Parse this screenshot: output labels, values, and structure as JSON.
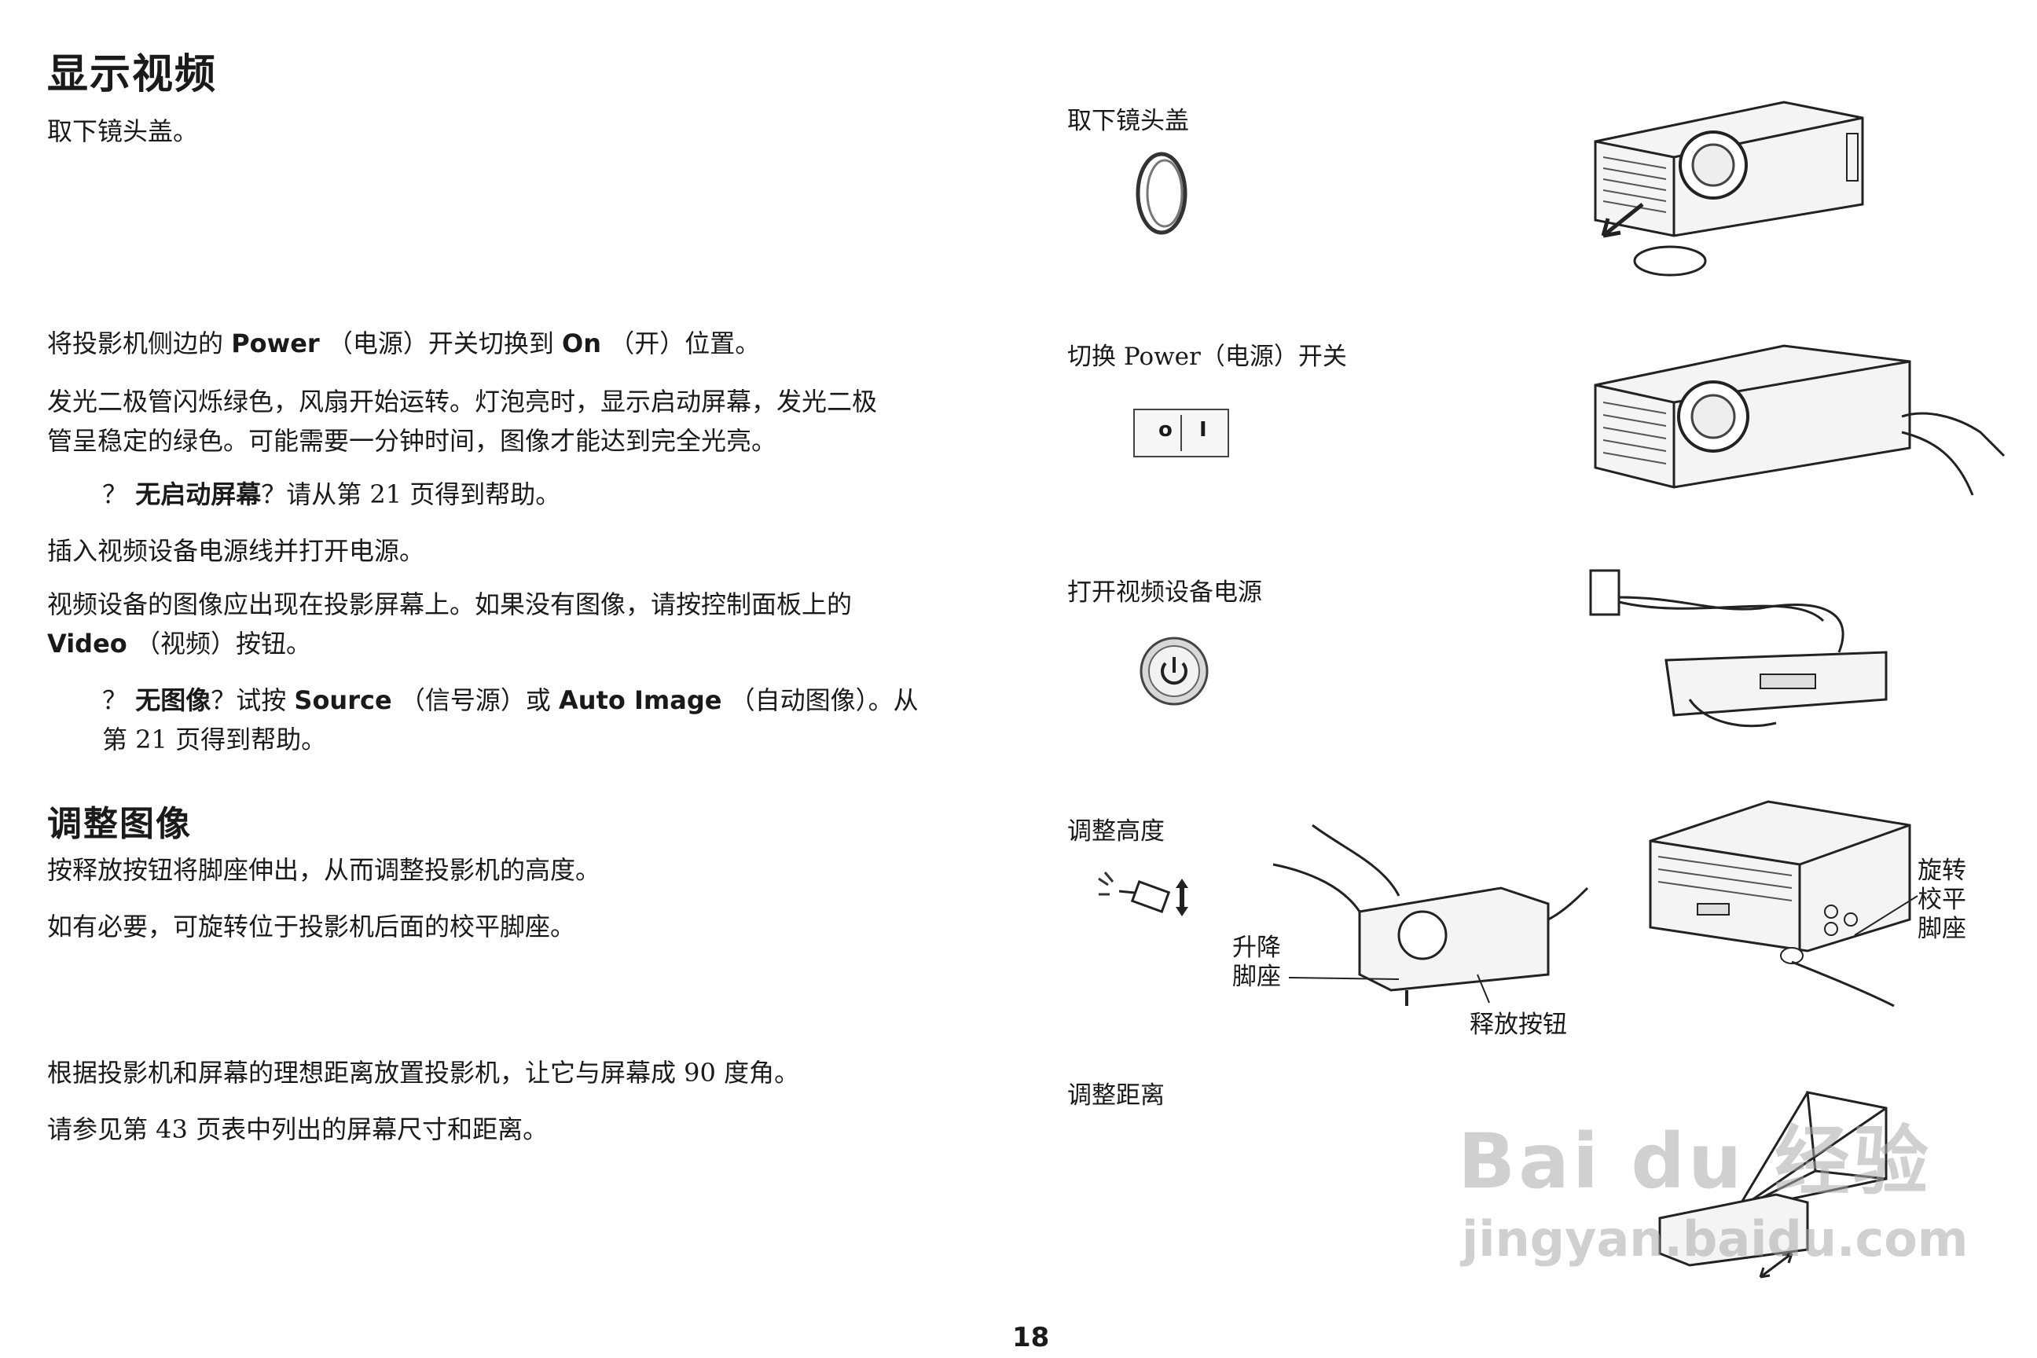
{
  "section1": {
    "title": "显示视频",
    "step1": "取下镜头盖。",
    "step2": {
      "pre": "将投影机侧边的 ",
      "kw1": "Power",
      "mid": " （电源）开关切换到 ",
      "kw2": "On",
      "post": " （开）位置。"
    },
    "step3_line1": "发光二极管闪烁绿色，风扇开始运转。灯泡亮时，显示启动屏幕，发光二极",
    "step3_line2": "管呈稳定的绿色。可能需要一分钟时间，图像才能达到完全光亮。",
    "tip1": {
      "mark": "？",
      "kw": "无启动屏幕",
      "text": "？请从第  21 页得到帮助。"
    },
    "step4": "插入视频设备电源线并打开电源。",
    "step5_line1": "视频设备的图像应出现在投影屏幕上。如果没有图像，请按控制面板上的",
    "step5_line2": {
      "kw": "Video",
      "text": " （视频）按钮。"
    },
    "tip2": {
      "mark": "？",
      "kw1": "无图像",
      "t1": "？试按  ",
      "kw2": "Source",
      "t2": " （信号源）或  ",
      "kw3": "Auto Image",
      "t3": " （自动图像）。从",
      "line2": "第  21 页得到帮助。"
    }
  },
  "section2": {
    "title": "调整图像",
    "step1": "按释放按钮将脚座伸出，从而调整投影机的高度。",
    "step2": "如有必要，可旋转位于投影机后面的校平脚座。",
    "step3": "根据投影机和屏幕的理想距离放置投影机，让它与屏幕成 90 度角。",
    "step4": "请参见第  43 页表中列出的屏幕尺寸和距离。"
  },
  "figures": {
    "remove_cap": "取下镜头盖",
    "switch_power": "切换 Power（电源）开关",
    "switch_off_glyph": "o",
    "switch_on_glyph": "I",
    "power_on_device": "打开视频设备电源",
    "adjust_height": "调整高度",
    "lift_foot_1": "升降",
    "lift_foot_2": "脚座",
    "release_button": "释放按钮",
    "leveling_foot_1": "旋转",
    "leveling_foot_2": "校平",
    "leveling_foot_3": "脚座",
    "adjust_distance": "调整距离",
    "watermark_brand": "Bai du 经验",
    "watermark_url": "jingyan.baidu.com"
  },
  "page_number": "18"
}
